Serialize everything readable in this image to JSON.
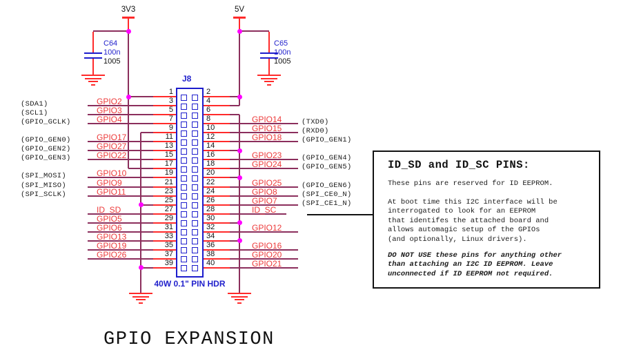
{
  "title": "GPIO EXPANSION",
  "power_rails": {
    "v33": "3V3",
    "v5": "5V"
  },
  "capacitors": [
    {
      "ref": "C64",
      "value": "100n",
      "footprint": "1005"
    },
    {
      "ref": "C65",
      "value": "100n",
      "footprint": "1005"
    }
  ],
  "connector": {
    "ref": "J8",
    "descr": "40W 0.1\" PIN HDR"
  },
  "pins": {
    "left": [
      {
        "num": 1,
        "net": "3V3"
      },
      {
        "num": 3,
        "label": "GPIO2",
        "signal": "(SDA1)"
      },
      {
        "num": 5,
        "label": "GPIO3",
        "signal": "(SCL1)"
      },
      {
        "num": 7,
        "label": "GPIO4",
        "signal": "(GPIO_GCLK)"
      },
      {
        "num": 9,
        "net": "GND"
      },
      {
        "num": 11,
        "label": "GPIO17",
        "signal": "(GPIO_GEN0)"
      },
      {
        "num": 13,
        "label": "GPIO27",
        "signal": "(GPIO_GEN2)"
      },
      {
        "num": 15,
        "label": "GPIO22",
        "signal": "(GPIO_GEN3)"
      },
      {
        "num": 17,
        "net": "3V3"
      },
      {
        "num": 19,
        "label": "GPIO10",
        "signal": "(SPI_MOSI)"
      },
      {
        "num": 21,
        "label": "GPIO9",
        "signal": "(SPI_MISO)"
      },
      {
        "num": 23,
        "label": "GPIO11",
        "signal": "(SPI_SCLK)"
      },
      {
        "num": 25,
        "net": "GND"
      },
      {
        "num": 27,
        "label": "ID_SD"
      },
      {
        "num": 29,
        "label": "GPIO5"
      },
      {
        "num": 31,
        "label": "GPIO6"
      },
      {
        "num": 33,
        "label": "GPIO13"
      },
      {
        "num": 35,
        "label": "GPIO19"
      },
      {
        "num": 37,
        "label": "GPIO26"
      },
      {
        "num": 39,
        "net": "GND"
      }
    ],
    "right": [
      {
        "num": 2,
        "net": "5V"
      },
      {
        "num": 4,
        "net": "5V"
      },
      {
        "num": 6,
        "net": "GND"
      },
      {
        "num": 8,
        "label": "GPIO14",
        "signal": "(TXD0)"
      },
      {
        "num": 10,
        "label": "GPIO15",
        "signal": "(RXD0)"
      },
      {
        "num": 12,
        "label": "GPIO18",
        "signal": "(GPIO_GEN1)"
      },
      {
        "num": 14,
        "net": "GND"
      },
      {
        "num": 16,
        "label": "GPIO23",
        "signal": "(GPIO_GEN4)"
      },
      {
        "num": 18,
        "label": "GPIO24",
        "signal": "(GPIO_GEN5)"
      },
      {
        "num": 20,
        "net": "GND"
      },
      {
        "num": 22,
        "label": "GPIO25",
        "signal": "(GPIO_GEN6)"
      },
      {
        "num": 24,
        "label": "GPIO8",
        "signal": "(SPI_CE0_N)"
      },
      {
        "num": 26,
        "label": "GPIO7",
        "signal": "(SPI_CE1_N)"
      },
      {
        "num": 28,
        "label": "ID_SC"
      },
      {
        "num": 30,
        "net": "GND"
      },
      {
        "num": 32,
        "label": "GPIO12"
      },
      {
        "num": 34,
        "net": "GND"
      },
      {
        "num": 36,
        "label": "GPIO16"
      },
      {
        "num": 38,
        "label": "GPIO20"
      },
      {
        "num": 40,
        "label": "GPIO21"
      }
    ]
  },
  "note_box": {
    "title": "ID_SD and ID_SC PINS:",
    "para1": "These pins are reserved for ID EEPROM.",
    "para2": "At boot time this I2C interface will be\ninterrogated to look for an EEPROM\nthat identifes the attached board and\nallows automagic setup of the GPIOs\n(and optionally, Linux drivers).",
    "para3": "DO NOT USE these pins for anything other\nthan attaching an I2C ID EEPROM. Leave\nunconnected if ID EEPROM not required."
  },
  "colors": {
    "wire": "#8B2E5C",
    "pin_red": "#FF2A2A",
    "label_red": "#ED3A3A",
    "blue": "#1C1CCC",
    "junction": "#FF00FF",
    "text": "#111111"
  }
}
